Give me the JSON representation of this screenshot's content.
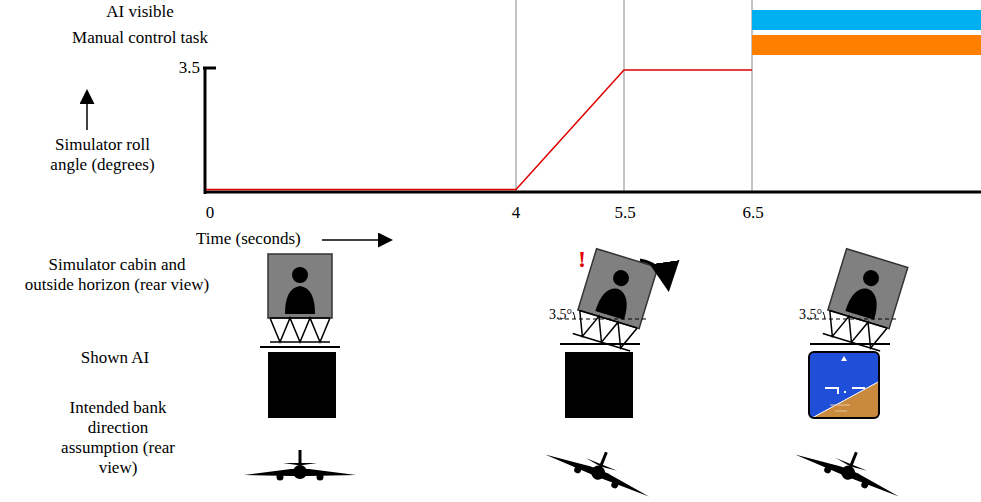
{
  "diagram": {
    "labels": [
      "3.5",
      "Simulator roll angle (degrees)",
      "0",
      "4",
      "5.5",
      "6.5",
      "Time (seconds)",
      "Simulator cabin and outside horizon (rear view)",
      "Shown AI",
      "Intended bank direction assumption (rear view)",
      "!",
      "3.5°",
      "3.5°"
    ],
    "legend": [
      {
        "text": "AI visible",
        "color": "#00b0f0"
      },
      {
        "text": "Manual control task",
        "color": "#ff7f00"
      }
    ]
  }
}
